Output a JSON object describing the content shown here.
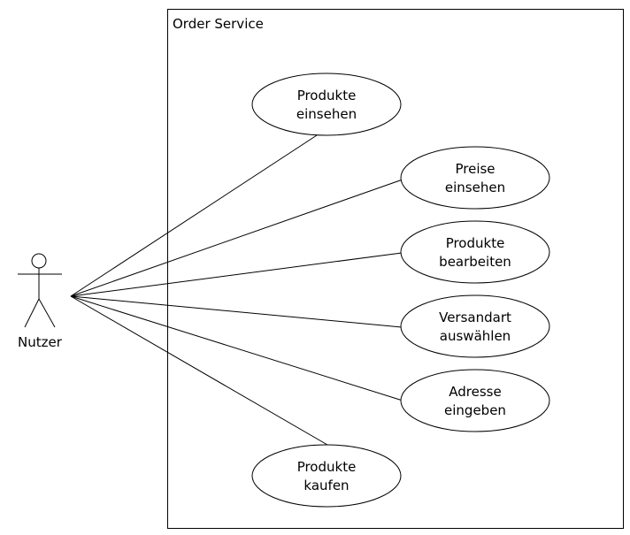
{
  "system": {
    "title": "Order Service"
  },
  "actor": {
    "label": "Nutzer"
  },
  "use_cases": [
    {
      "line1": "Produkte",
      "line2": "einsehen"
    },
    {
      "line1": "Preise",
      "line2": "einsehen"
    },
    {
      "line1": "Produkte",
      "line2": "bearbeiten"
    },
    {
      "line1": "Versandart",
      "line2": "auswählen"
    },
    {
      "line1": "Adresse",
      "line2": "eingeben"
    },
    {
      "line1": "Produkte",
      "line2": "kaufen"
    }
  ]
}
